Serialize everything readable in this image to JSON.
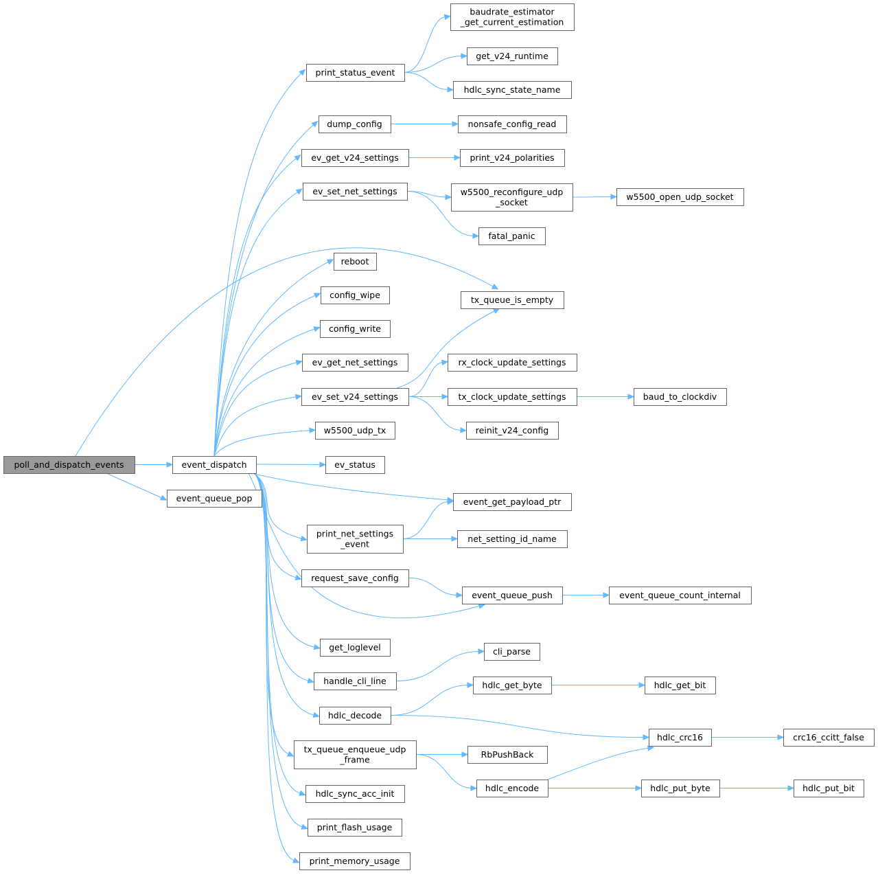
{
  "title": "poll_and_dispatch_events call graph",
  "colors": {
    "edge": "#63b8ff",
    "root_fill": "#999999",
    "node_border": "#666666"
  },
  "nodes": [
    {
      "id": "poll",
      "label": [
        "poll_and_dispatch_events"
      ]
    },
    {
      "id": "event_dispatch",
      "label": [
        "event_dispatch"
      ]
    },
    {
      "id": "event_queue_pop",
      "label": [
        "event_queue_pop"
      ]
    },
    {
      "id": "print_status_event",
      "label": [
        "print_status_event"
      ]
    },
    {
      "id": "dump_config",
      "label": [
        "dump_config"
      ]
    },
    {
      "id": "ev_get_v24_settings",
      "label": [
        "ev_get_v24_settings"
      ]
    },
    {
      "id": "ev_set_net_settings",
      "label": [
        "ev_set_net_settings"
      ]
    },
    {
      "id": "reboot",
      "label": [
        "reboot"
      ]
    },
    {
      "id": "config_wipe",
      "label": [
        "config_wipe"
      ]
    },
    {
      "id": "config_write",
      "label": [
        "config_write"
      ]
    },
    {
      "id": "ev_get_net_settings",
      "label": [
        "ev_get_net_settings"
      ]
    },
    {
      "id": "ev_set_v24_settings",
      "label": [
        "ev_set_v24_settings"
      ]
    },
    {
      "id": "w5500_udp_tx",
      "label": [
        "w5500_udp_tx"
      ]
    },
    {
      "id": "ev_status",
      "label": [
        "ev_status"
      ]
    },
    {
      "id": "print_net_settings_event",
      "label": [
        "print_net_settings",
        "_event"
      ]
    },
    {
      "id": "request_save_config",
      "label": [
        "request_save_config"
      ]
    },
    {
      "id": "get_loglevel",
      "label": [
        "get_loglevel"
      ]
    },
    {
      "id": "handle_cli_line",
      "label": [
        "handle_cli_line"
      ]
    },
    {
      "id": "hdlc_decode",
      "label": [
        "hdlc_decode"
      ]
    },
    {
      "id": "tx_queue_enqueue_udp_frame",
      "label": [
        "tx_queue_enqueue_udp",
        "_frame"
      ]
    },
    {
      "id": "hdlc_sync_acc_init",
      "label": [
        "hdlc_sync_acc_init"
      ]
    },
    {
      "id": "print_flash_usage",
      "label": [
        "print_flash_usage"
      ]
    },
    {
      "id": "print_memory_usage",
      "label": [
        "print_memory_usage"
      ]
    },
    {
      "id": "baudrate_estimator",
      "label": [
        "baudrate_estimator",
        "_get_current_estimation"
      ]
    },
    {
      "id": "get_v24_runtime",
      "label": [
        "get_v24_runtime"
      ]
    },
    {
      "id": "hdlc_sync_state_name",
      "label": [
        "hdlc_sync_state_name"
      ]
    },
    {
      "id": "nonsafe_config_read",
      "label": [
        "nonsafe_config_read"
      ]
    },
    {
      "id": "print_v24_polarities",
      "label": [
        "print_v24_polarities"
      ]
    },
    {
      "id": "w5500_reconfigure_udp_socket",
      "label": [
        "w5500_reconfigure_udp",
        "_socket"
      ]
    },
    {
      "id": "fatal_panic",
      "label": [
        "fatal_panic"
      ]
    },
    {
      "id": "tx_queue_is_empty",
      "label": [
        "tx_queue_is_empty"
      ]
    },
    {
      "id": "rx_clock_update_settings",
      "label": [
        "rx_clock_update_settings"
      ]
    },
    {
      "id": "tx_clock_update_settings",
      "label": [
        "tx_clock_update_settings"
      ]
    },
    {
      "id": "reinit_v24_config",
      "label": [
        "reinit_v24_config"
      ]
    },
    {
      "id": "event_get_payload_ptr",
      "label": [
        "event_get_payload_ptr"
      ]
    },
    {
      "id": "net_setting_id_name",
      "label": [
        "net_setting_id_name"
      ]
    },
    {
      "id": "event_queue_push",
      "label": [
        "event_queue_push"
      ]
    },
    {
      "id": "cli_parse",
      "label": [
        "cli_parse"
      ]
    },
    {
      "id": "hdlc_get_byte",
      "label": [
        "hdlc_get_byte"
      ]
    },
    {
      "id": "RbPushBack",
      "label": [
        "RbPushBack"
      ]
    },
    {
      "id": "hdlc_encode",
      "label": [
        "hdlc_encode"
      ]
    },
    {
      "id": "w5500_open_udp_socket",
      "label": [
        "w5500_open_udp_socket"
      ]
    },
    {
      "id": "baud_to_clockdiv",
      "label": [
        "baud_to_clockdiv"
      ]
    },
    {
      "id": "event_queue_count_internal",
      "label": [
        "event_queue_count_internal"
      ]
    },
    {
      "id": "hdlc_get_bit",
      "label": [
        "hdlc_get_bit"
      ]
    },
    {
      "id": "hdlc_crc16",
      "label": [
        "hdlc_crc16"
      ]
    },
    {
      "id": "hdlc_put_byte",
      "label": [
        "hdlc_put_byte"
      ]
    },
    {
      "id": "crc16_ccitt_false",
      "label": [
        "crc16_ccitt_false"
      ]
    },
    {
      "id": "hdlc_put_bit",
      "label": [
        "hdlc_put_bit"
      ]
    }
  ],
  "edges": [
    [
      "poll",
      "event_dispatch"
    ],
    [
      "poll",
      "event_queue_pop"
    ],
    [
      "poll",
      "tx_queue_is_empty"
    ],
    [
      "event_dispatch",
      "print_status_event"
    ],
    [
      "event_dispatch",
      "dump_config"
    ],
    [
      "event_dispatch",
      "ev_get_v24_settings"
    ],
    [
      "event_dispatch",
      "ev_set_net_settings"
    ],
    [
      "event_dispatch",
      "reboot"
    ],
    [
      "event_dispatch",
      "config_wipe"
    ],
    [
      "event_dispatch",
      "config_write"
    ],
    [
      "event_dispatch",
      "ev_get_net_settings"
    ],
    [
      "event_dispatch",
      "ev_set_v24_settings"
    ],
    [
      "event_dispatch",
      "w5500_udp_tx"
    ],
    [
      "event_dispatch",
      "ev_status"
    ],
    [
      "event_dispatch",
      "event_get_payload_ptr"
    ],
    [
      "event_dispatch",
      "print_net_settings_event"
    ],
    [
      "event_dispatch",
      "request_save_config"
    ],
    [
      "event_dispatch",
      "event_queue_push"
    ],
    [
      "event_dispatch",
      "get_loglevel"
    ],
    [
      "event_dispatch",
      "handle_cli_line"
    ],
    [
      "event_dispatch",
      "hdlc_decode"
    ],
    [
      "event_dispatch",
      "tx_queue_enqueue_udp_frame"
    ],
    [
      "event_dispatch",
      "hdlc_sync_acc_init"
    ],
    [
      "event_dispatch",
      "print_flash_usage"
    ],
    [
      "event_dispatch",
      "print_memory_usage"
    ],
    [
      "print_status_event",
      "baudrate_estimator"
    ],
    [
      "print_status_event",
      "get_v24_runtime"
    ],
    [
      "print_status_event",
      "hdlc_sync_state_name"
    ],
    [
      "dump_config",
      "nonsafe_config_read"
    ],
    [
      "ev_get_v24_settings",
      "print_v24_polarities"
    ],
    [
      "ev_set_net_settings",
      "w5500_reconfigure_udp_socket"
    ],
    [
      "ev_set_net_settings",
      "fatal_panic"
    ],
    [
      "w5500_reconfigure_udp_socket",
      "w5500_open_udp_socket"
    ],
    [
      "ev_set_v24_settings",
      "tx_queue_is_empty"
    ],
    [
      "ev_set_v24_settings",
      "rx_clock_update_settings"
    ],
    [
      "ev_set_v24_settings",
      "tx_clock_update_settings"
    ],
    [
      "ev_set_v24_settings",
      "reinit_v24_config"
    ],
    [
      "tx_clock_update_settings",
      "baud_to_clockdiv"
    ],
    [
      "print_net_settings_event",
      "event_get_payload_ptr"
    ],
    [
      "print_net_settings_event",
      "net_setting_id_name"
    ],
    [
      "request_save_config",
      "event_queue_push"
    ],
    [
      "event_queue_push",
      "event_queue_count_internal"
    ],
    [
      "handle_cli_line",
      "cli_parse"
    ],
    [
      "hdlc_decode",
      "hdlc_get_byte"
    ],
    [
      "hdlc_decode",
      "hdlc_crc16"
    ],
    [
      "hdlc_get_byte",
      "hdlc_get_bit"
    ],
    [
      "tx_queue_enqueue_udp_frame",
      "RbPushBack"
    ],
    [
      "tx_queue_enqueue_udp_frame",
      "hdlc_encode"
    ],
    [
      "hdlc_encode",
      "hdlc_crc16"
    ],
    [
      "hdlc_encode",
      "hdlc_put_byte"
    ],
    [
      "hdlc_crc16",
      "crc16_ccitt_false"
    ],
    [
      "hdlc_put_byte",
      "hdlc_put_bit"
    ]
  ]
}
